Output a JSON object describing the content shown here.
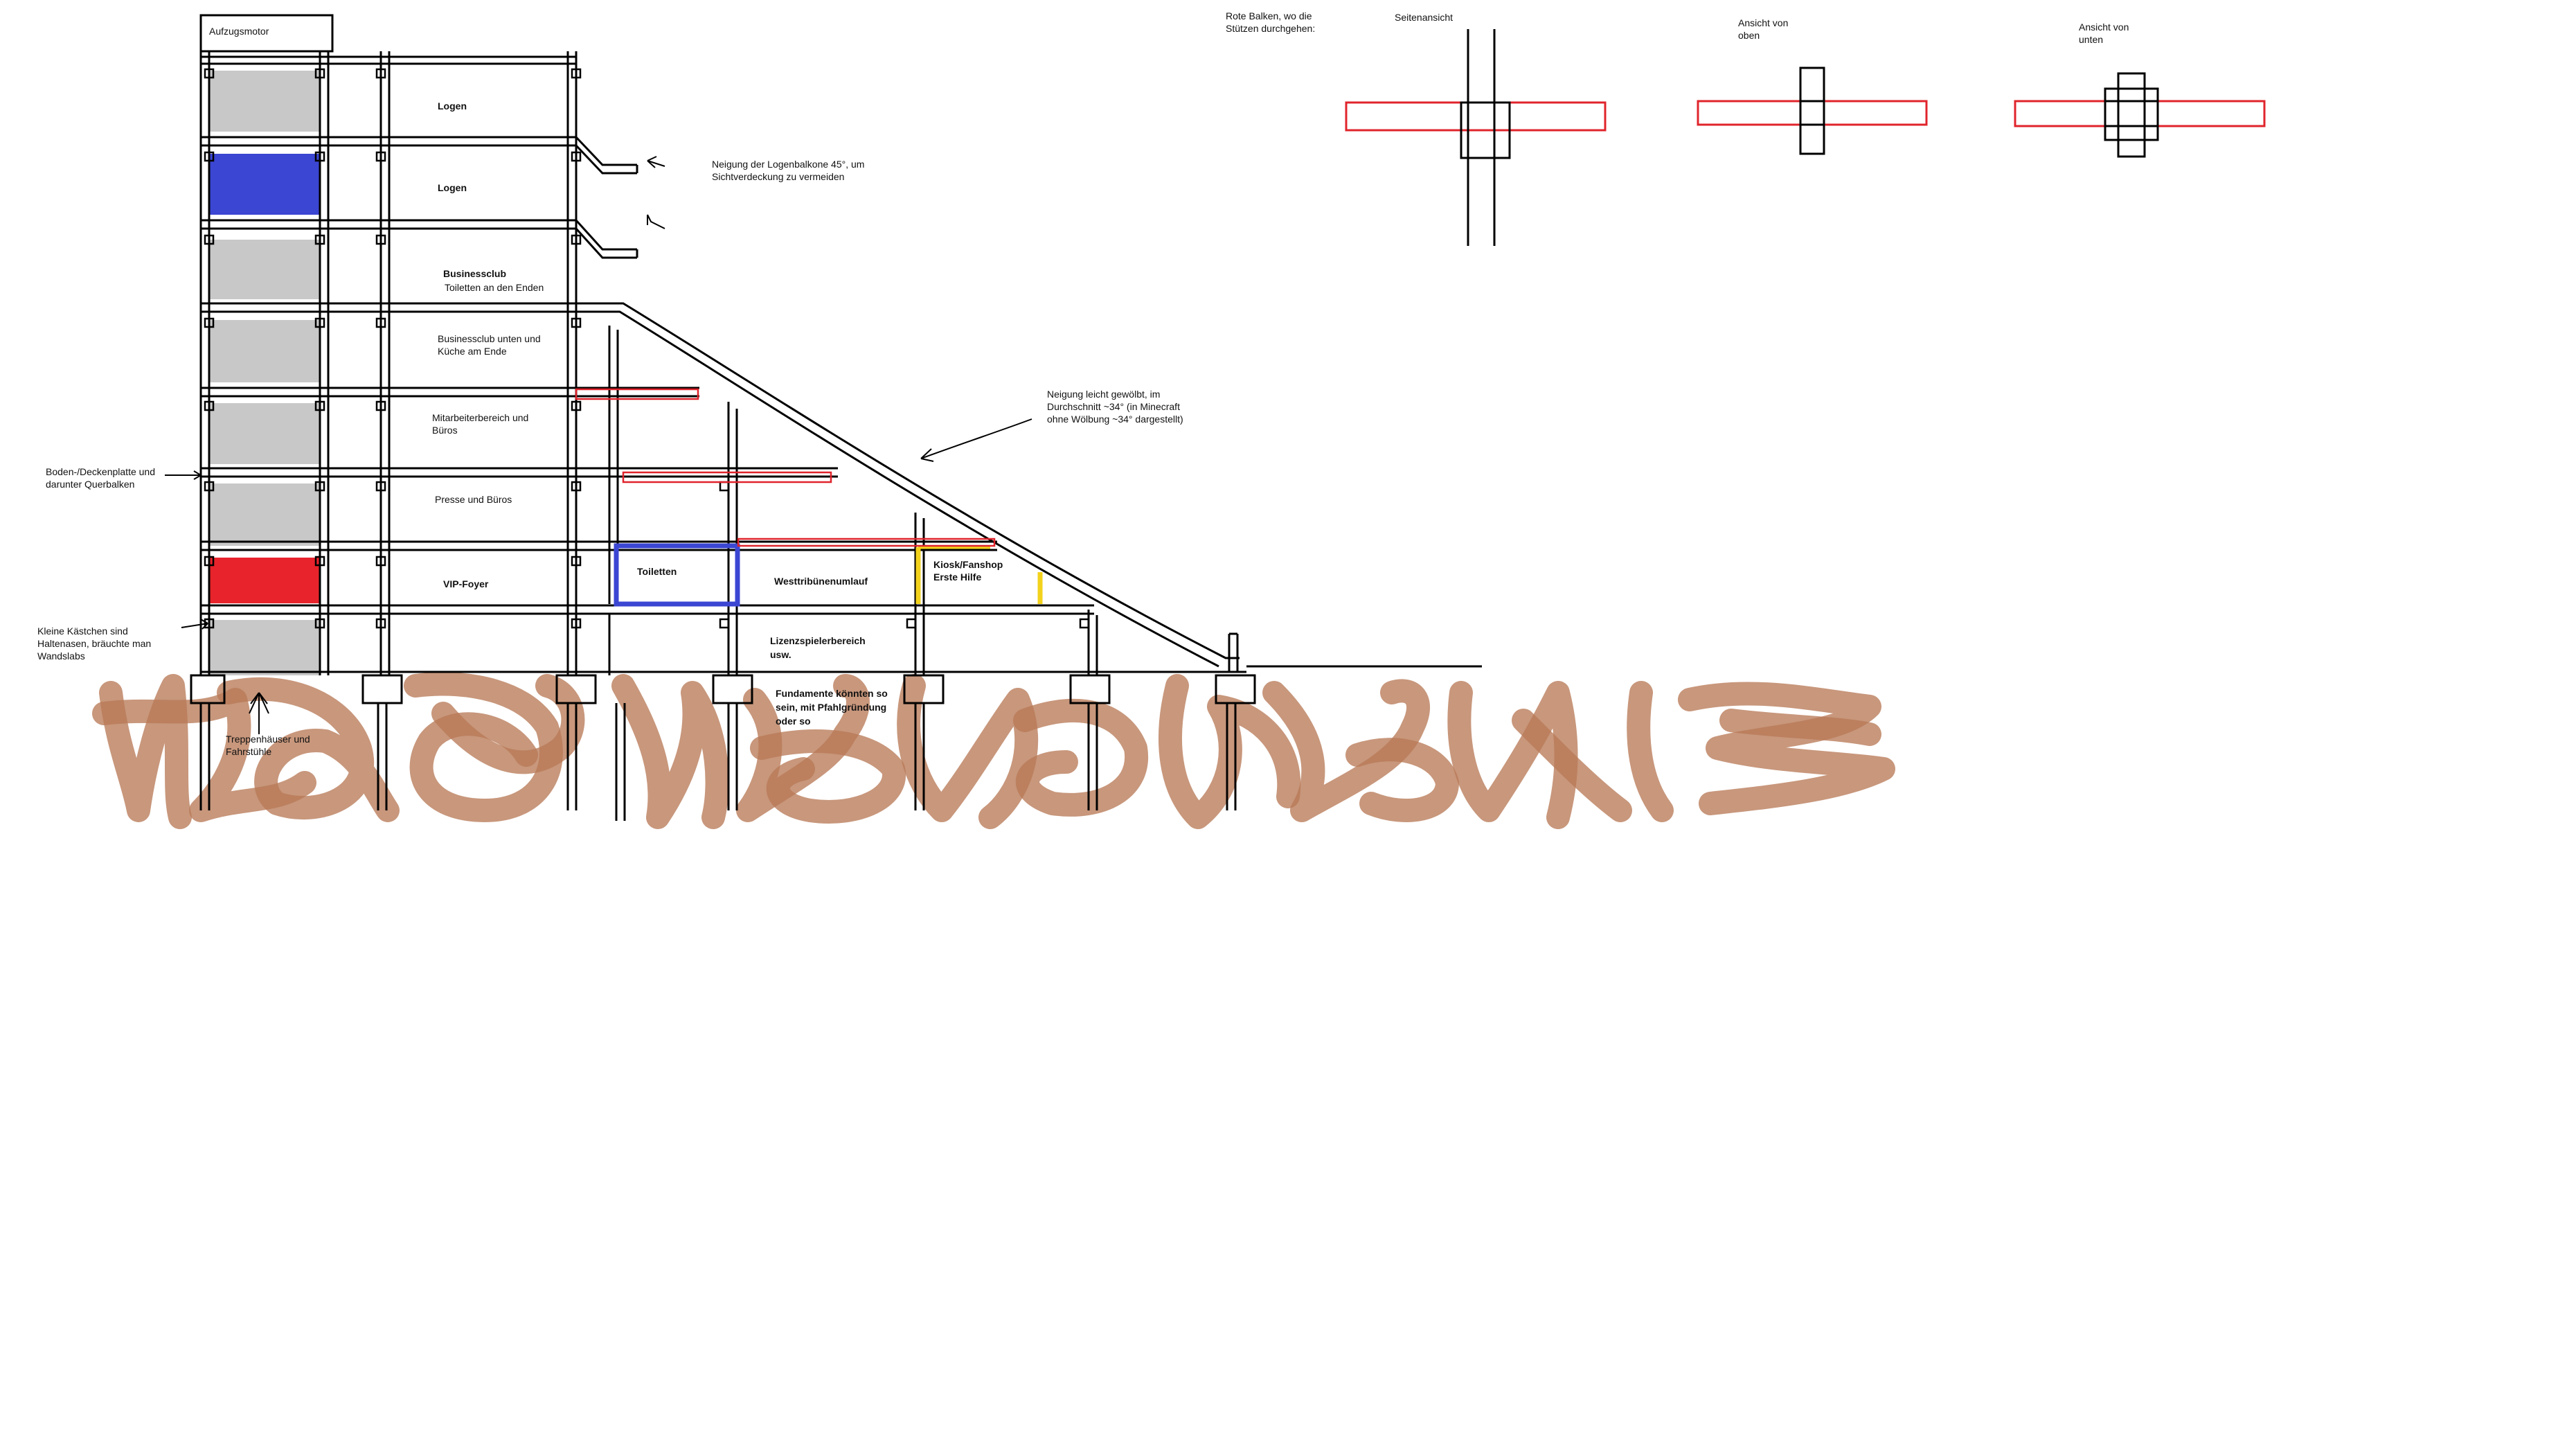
{
  "labels": {
    "elevator_motor": "Aufzugsmotor",
    "logen_1": "Logen",
    "logen_2": "Logen",
    "businessclub": "Businessclub",
    "toiletten_enden": "Toiletten an den Enden",
    "businessclub_kueche_1": "Businessclub unten und",
    "businessclub_kueche_2": "Küche am Ende",
    "mitarbeiter_1": "Mitarbeiterbereich und",
    "mitarbeiter_2": "Büros",
    "presse": "Presse und Büros",
    "vip": "VIP-Foyer",
    "toiletten": "Toiletten",
    "westtribuene": "Westtribünenumlauf",
    "kiosk_1": "Kiosk/Fanshop",
    "kiosk_2": "Erste Hilfe",
    "lizenz_1": "Lizenzspielerbereich",
    "lizenz_2": "usw.",
    "fundamente_1": "Fundamente könnten so",
    "fundamente_2": "sein, mit Pfahlgründung",
    "fundamente_3": "oder so",
    "treppen_1": "Treppenhäuser und",
    "treppen_2": "Fahrstühle",
    "kaestchen_1": "Kleine Kästchen sind",
    "kaestchen_2": "Haltenasen, bräuchte man",
    "kaestchen_3": "Wandslabs",
    "boden_1": "Boden-/Deckenplatte und",
    "boden_2": "darunter Querbalken",
    "neigung_loge_1": "Neigung der Logenbalkone 45°, um",
    "neigung_loge_2": "Sichtverdeckung zu vermeiden",
    "neigung_gewoelbt_1": "Neigung leicht gewölbt, im",
    "neigung_gewoelbt_2": "Durchschnitt ~34° (in Minecraft",
    "neigung_gewoelbt_3": "ohne Wölbung ~34° dargestellt)",
    "rote_balken_1": "Rote Balken, wo die",
    "rote_balken_2": "Stützen durchgehen:",
    "seitenansicht": "Seitenansicht",
    "ansicht_oben_1": "Ansicht von",
    "ansicht_oben_2": "oben",
    "ansicht_unten_1": "Ansicht von",
    "ansicht_unten_2": "unten"
  },
  "colors": {
    "line": "#000000",
    "gray_fill": "#c8c8c8",
    "blue": "#3b46d3",
    "red": "#e8232b",
    "beam_red": "#e0242c",
    "yellow": "#f2d21b",
    "soil": "#b97a57"
  }
}
